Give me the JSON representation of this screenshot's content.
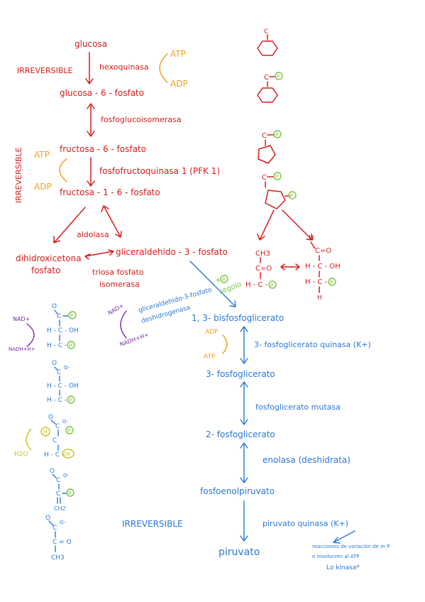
{
  "colors": {
    "red": "#d81b1b",
    "orange": "#f0a020",
    "blue": "#2a78d6",
    "purple": "#7a2aa0",
    "green": "#7cc242",
    "lime": "#c9c320"
  },
  "preparatory": {
    "glucosa": "glucosa",
    "irreversible_1": "IRREVERSIBLE",
    "hexoquinasa": "hexoquinasa",
    "atp_1": "ATP",
    "adp_1": "ADP",
    "g6p": "glucosa - 6 - fosfato",
    "fosfoglucoisomerasa": "fosfoglucoisomerasa",
    "irreversible_2": "IRREVERSIBLE",
    "atp_2": "ATP",
    "adp_2": "ADP",
    "f6p": "fructosa - 6 - fosfato",
    "pfk": "fosfofructoquinasa 1  (PFK 1)",
    "f16bp": "fructosa - 1 - 6 - fosfato",
    "aldolasa": "aldolasa",
    "dhap_1": "dihidroxicetona",
    "dhap_2": "fosfato",
    "g3p": "gliceraldehido - 3 - fosfato",
    "tpi_1": "triosa  fosfato",
    "tpi_2": "isomerasa"
  },
  "payoff": {
    "gapdh_1": "gliceraldehido-3-fosfato",
    "gapdh_2": "deshidrogenasa",
    "nad": "NAD+",
    "nadh": "NADH+H+",
    "plus_p": "+",
    "p_label": "P",
    "segolo": "segolo",
    "bpg": "1, 3- bisfosfoglicerato",
    "adp_3": "ADP",
    "atp_3": "ATP",
    "pgk": "3- fosfoglicerato quinasa (K+)",
    "pg3": "3- fosfoglicerato",
    "pgm": "fosfoglicerato  mutasa",
    "pg2": "2- fosfoglicerato",
    "enolasa": "enolasa  (deshidrata)",
    "pep": "fosfoenolpiruvato",
    "irreversible_3": "IRREVERSIBLE",
    "pk": "piruvato  quinasa  (K+)",
    "piruvato": "piruvato",
    "note_1": "reacciones de variación de m P",
    "note_2": "e involucren al ATP",
    "note_3": "Lo kinasa*"
  },
  "structures": {
    "c": "C",
    "p": "P",
    "ch3": "CH3",
    "c_eq_o": "C=O",
    "h_c": "H - C -",
    "h": "H",
    "oh": "OH",
    "o_dbl": "O",
    "h_c_oh": "H - C - OH",
    "left_nad": "NAD+",
    "left_nadh": "NADH+H+",
    "h2o": "H2O",
    "ch2": "CH2",
    "ch3b": "CH3",
    "c_o": "C",
    "o_minus": "O-",
    "c_eq_o_b": "C = O"
  }
}
